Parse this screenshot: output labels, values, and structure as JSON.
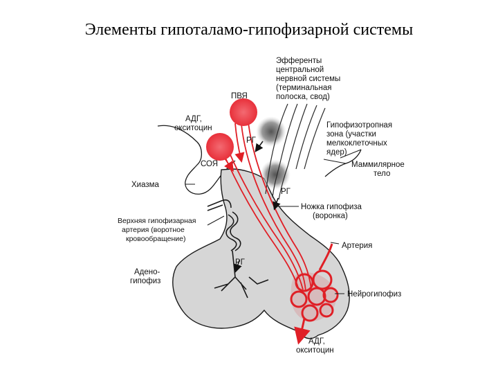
{
  "slide": {
    "title": "Элементы гипоталамо-гипофизарной системы"
  },
  "diagram": {
    "labels": {
      "efferents": [
        "Эфференты",
        "центральной",
        "нервной  системы",
        "(терминальная",
        "полоска, свод)"
      ],
      "pvya": "ПВЯ",
      "adg_top": [
        "АДГ,",
        "окситоцин"
      ],
      "hypophysiotropic": [
        "Гипофизотропная",
        "зона (участки",
        "мелкоклеточных",
        "ядер)"
      ],
      "rg1": "РГ",
      "soya": "СОЯ",
      "mammillary": [
        "Маммилярное",
        "тело"
      ],
      "chiasm": "Хиазма",
      "rg2": "РГ",
      "stalk": [
        "Ножка гипофиза",
        "(воронка)"
      ],
      "sup_artery": [
        "Верхняя гипофизарная",
        "артерия (воротное",
        "кровообращение)"
      ],
      "artery": "Артерия",
      "rg3": "РГ",
      "adeno": [
        "Адено-",
        "гипофиз"
      ],
      "neuro": "Нейрогипофиз",
      "adg_bottom": [
        "АДГ,",
        "окситоцин"
      ]
    },
    "colors": {
      "red": "#e01f26",
      "nucleus": "#ee3a44",
      "gland": "#d8d8d8",
      "outline": "#1a1a1a",
      "gray_zone": "#8a8a8a"
    }
  }
}
